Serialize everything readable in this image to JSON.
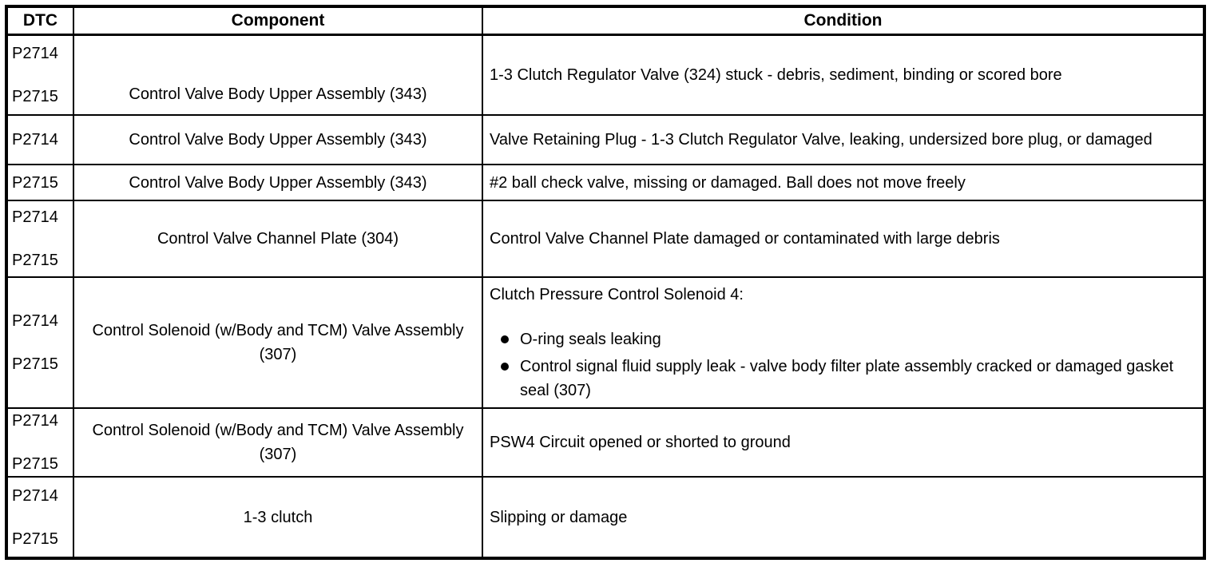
{
  "table": {
    "headers": [
      "DTC",
      "Component",
      "Condition"
    ],
    "bullet_color": "#000000",
    "border_color": "#000000",
    "rows": [
      {
        "dtc": [
          "P2714",
          "P2715"
        ],
        "component": "Control Valve Body Upper Assembly (343)",
        "condition": {
          "text": "1-3 Clutch Regulator Valve (324) stuck - debris, sediment, binding or scored bore"
        }
      },
      {
        "dtc": [
          "P2714"
        ],
        "component": "Control Valve Body Upper Assembly (343)",
        "condition": {
          "text": "Valve Retaining Plug - 1-3 Clutch Regulator Valve, leaking, undersized bore plug, or damaged"
        }
      },
      {
        "dtc": [
          "P2715"
        ],
        "component": "Control Valve Body Upper Assembly (343)",
        "condition": {
          "text": "#2 ball check valve, missing or damaged. Ball does not move freely"
        }
      },
      {
        "dtc": [
          "P2714",
          "P2715"
        ],
        "component": "Control Valve Channel Plate (304)",
        "condition": {
          "text": "Control Valve Channel Plate damaged or contaminated with large debris"
        }
      },
      {
        "dtc": [
          "P2714",
          "P2715"
        ],
        "component": "Control Solenoid (w/Body and TCM) Valve Assembly (307)",
        "condition": {
          "intro": "Clutch Pressure Control Solenoid 4:",
          "bullets": [
            "O-ring seals leaking",
            "Control signal fluid supply leak - valve body filter plate assembly cracked or damaged gasket seal (307)"
          ]
        }
      },
      {
        "dtc": [
          "P2714",
          "P2715"
        ],
        "component": "Control Solenoid (w/Body and TCM) Valve Assembly (307)",
        "condition": {
          "text": "PSW4 Circuit opened or shorted to ground"
        }
      },
      {
        "dtc": [
          "P2714",
          "P2715"
        ],
        "component": "1-3 clutch",
        "condition": {
          "text": "Slipping or damage"
        }
      }
    ]
  }
}
